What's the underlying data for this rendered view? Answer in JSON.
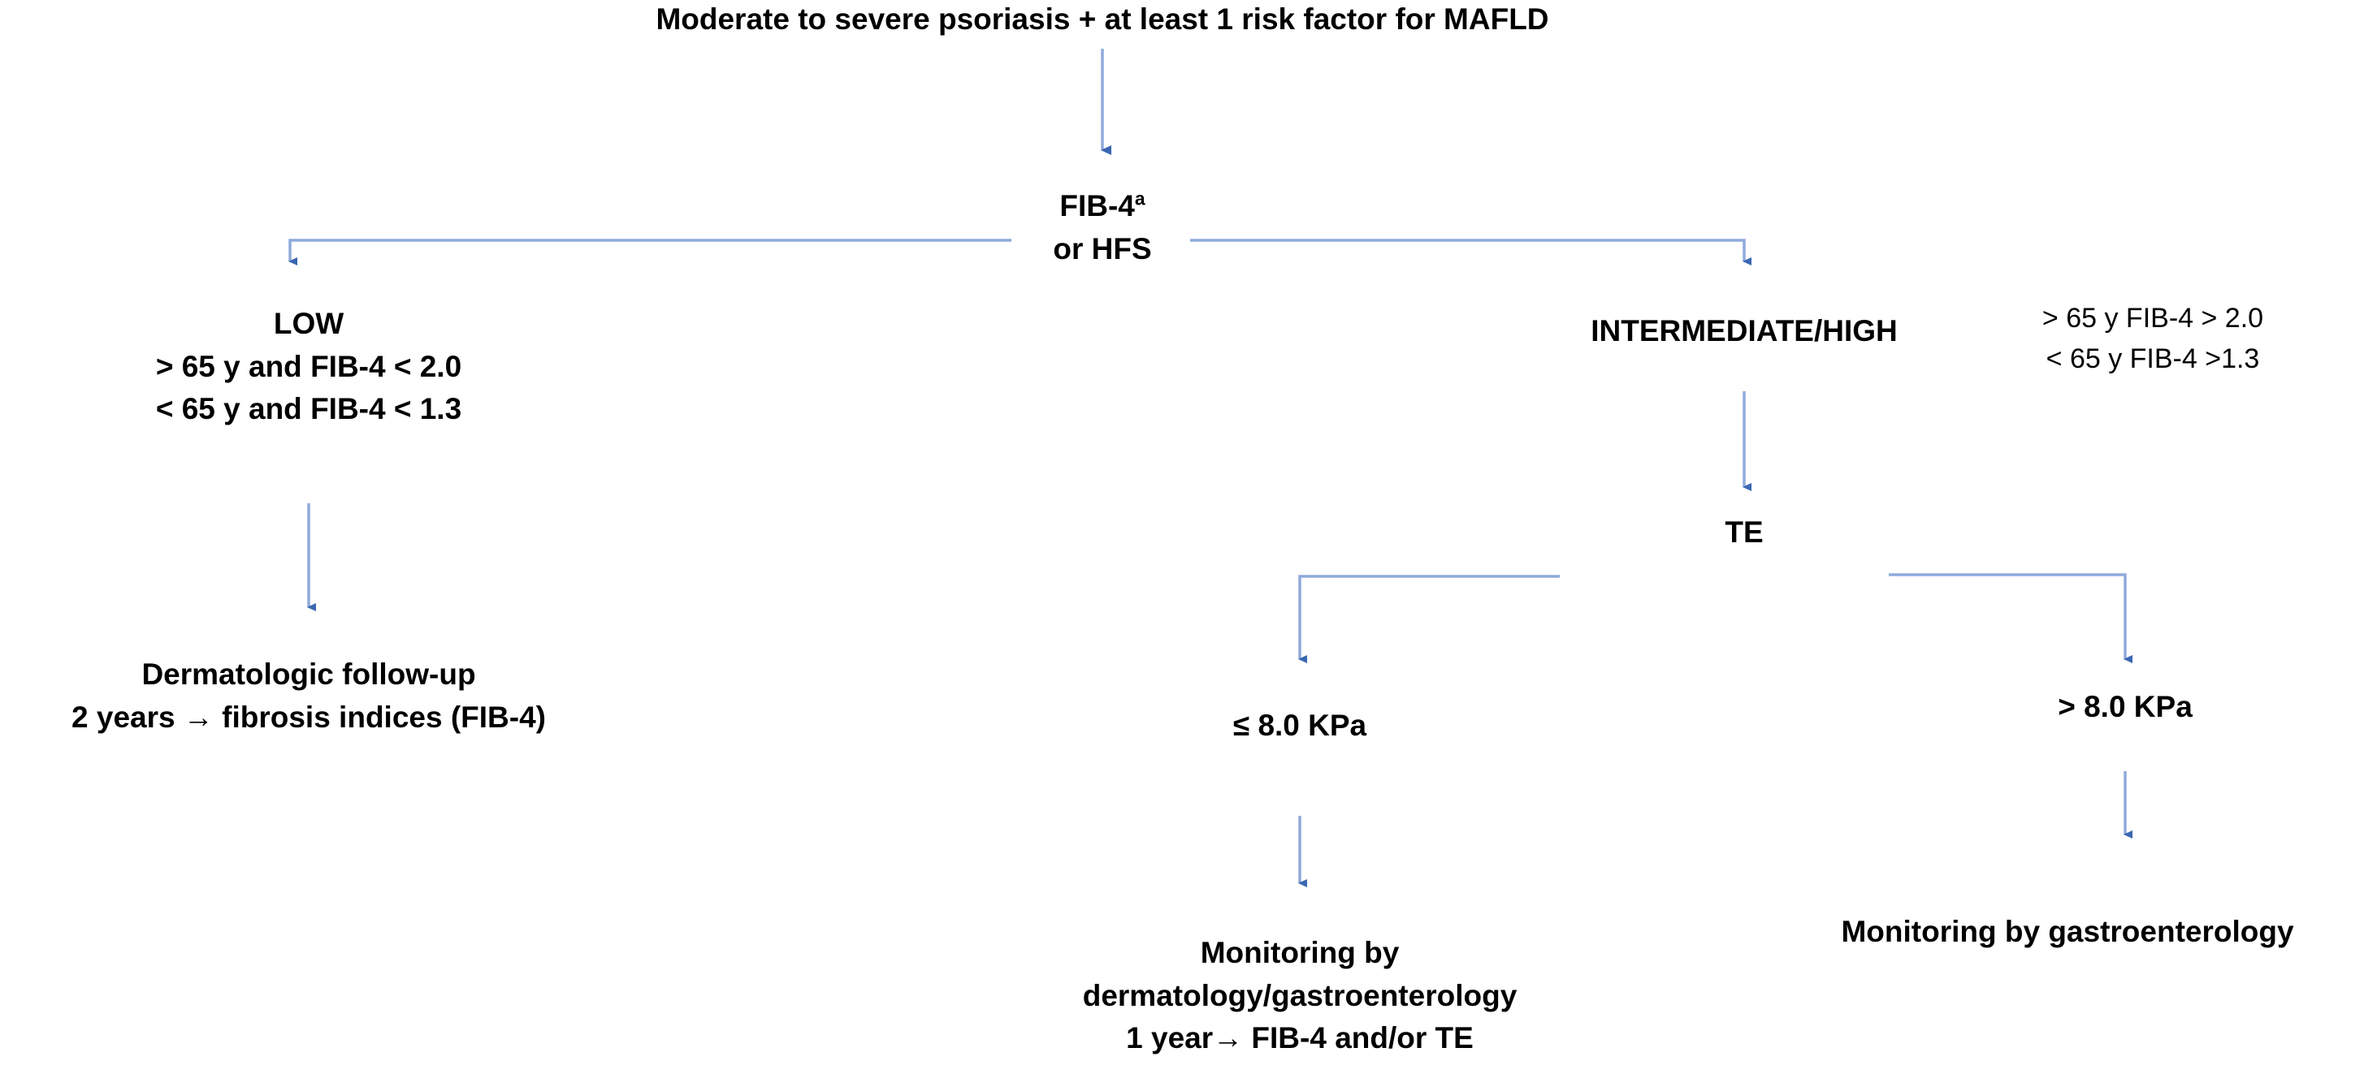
{
  "diagram": {
    "title": "Moderate to severe psoriasis + at least 1 risk factor for MAFLD",
    "type": "clinical-decision-flowchart",
    "accent_color": "#4472C4",
    "line_color": "#8FAADC",
    "background": "#FFFFFF",
    "text_color": "#000000"
  },
  "nodes": {
    "root": {
      "text": "Moderate to severe psoriasis + at least 1 risk factor for MAFLD"
    },
    "test": {
      "line1_main": "FIB-4",
      "line1_sup": "a",
      "line2": "or HFS"
    },
    "low": {
      "heading": "LOW",
      "criterion1": "> 65 y and FIB-4 < 2.0",
      "criterion2": "< 65 y and FIB-4 < 1.3"
    },
    "intermediate_high": {
      "heading": "INTERMEDIATE/HIGH",
      "criterion1": "> 65 y FIB-4 > 2.0",
      "criterion2": "< 65 y FIB-4 >1.3"
    },
    "te": {
      "label": "TE"
    },
    "te_low": {
      "label": "≤ 8.0 KPa"
    },
    "te_high": {
      "label": "> 8.0 KPa"
    },
    "outcome_derm": {
      "line1": "Dermatologic follow-up",
      "line2": "2 years → fibrosis indices (FIB-4)"
    },
    "outcome_both": {
      "line1": "Monitoring by",
      "line2": "dermatology/gastroenterology",
      "line3": "1 year→ FIB-4 and/or TE"
    },
    "outcome_gastro": {
      "line1": "Monitoring by gastroenterology"
    }
  }
}
